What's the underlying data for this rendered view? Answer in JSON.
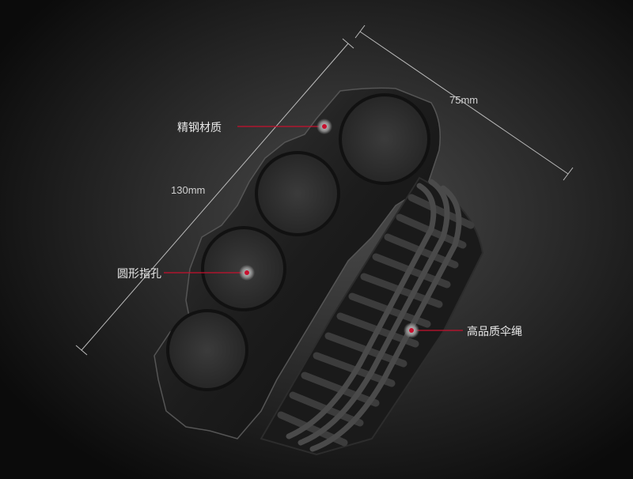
{
  "dimensions": {
    "length": "130mm",
    "width": "75mm"
  },
  "callouts": {
    "steel": "精钢材质",
    "finger_holes": "圆形指孔",
    "paracord": "高品质伞绳"
  },
  "colors": {
    "accent_line": "#c8102e",
    "background": "#111111"
  }
}
